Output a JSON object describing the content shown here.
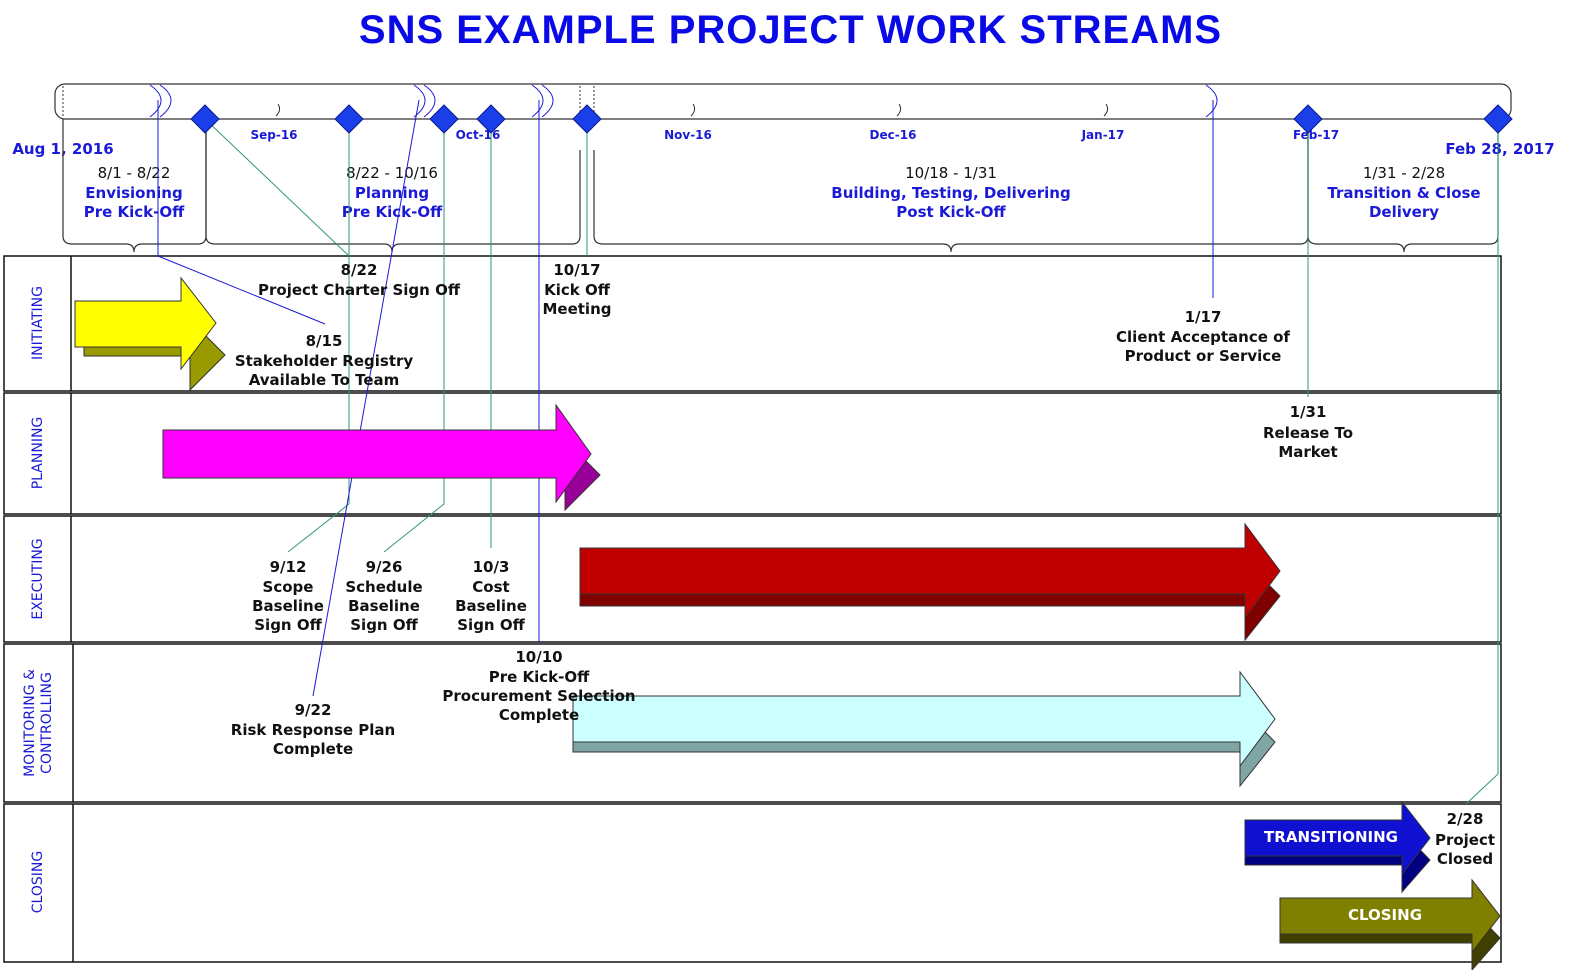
{
  "title": "SNS EXAMPLE PROJECT WORK STREAMS",
  "timeline": {
    "start_label": "Aug 1, 2016",
    "end_label": "Feb 28, 2017",
    "months": [
      "Sep-16",
      "Oct-16",
      "Nov-16",
      "Dec-16",
      "Jan-17",
      "Feb-17"
    ]
  },
  "phases": [
    {
      "dates": "8/1 - 8/22",
      "name_line1": "Envisioning",
      "name_line2": "Pre Kick-Off"
    },
    {
      "dates": "8/22 - 10/16",
      "name_line1": "Planning",
      "name_line2": "Pre Kick-Off"
    },
    {
      "dates": "10/18 - 1/31",
      "name_line1": "Building, Testing, Delivering",
      "name_line2": "Post Kick-Off"
    },
    {
      "dates": "1/31 - 2/28",
      "name_line1": "Transition & Close",
      "name_line2": "Delivery"
    }
  ],
  "lanes": {
    "initiating": "INITIATING",
    "planning": "PLANNING",
    "executing": "EXECUTING",
    "monitoring_line1": "MONITORING &",
    "monitoring_line2": "CONTROLLING",
    "closing": "CLOSING"
  },
  "milestones": {
    "charter": {
      "date": "8/22",
      "line1": "Project Charter Sign Off"
    },
    "kickoff": {
      "date": "10/17",
      "line1": "Kick Off",
      "line2": "Meeting"
    },
    "stakeholder": {
      "date": "8/15",
      "line1": "Stakeholder Registry",
      "line2": "Available To Team"
    },
    "acceptance": {
      "date": "1/17",
      "line1": "Client Acceptance of",
      "line2": "Product or Service"
    },
    "release": {
      "date": "1/31",
      "line1": "Release To",
      "line2": "Market"
    },
    "scope": {
      "date": "9/12",
      "line1": "Scope",
      "line2": "Baseline",
      "line3": "Sign Off"
    },
    "schedule": {
      "date": "9/26",
      "line1": "Schedule",
      "line2": "Baseline",
      "line3": "Sign Off"
    },
    "cost": {
      "date": "10/3",
      "line1": "Cost",
      "line2": "Baseline",
      "line3": "Sign Off"
    },
    "procurement": {
      "date": "10/10",
      "line1": "Pre Kick-Off",
      "line2": "Procurement Selection",
      "line3": "Complete"
    },
    "risk": {
      "date": "9/22",
      "line1": "Risk Response Plan",
      "line2": "Complete"
    },
    "closed": {
      "date": "2/28",
      "line1": "Project",
      "line2": "Closed"
    }
  },
  "bars": {
    "transitioning": "TRANSITIONING",
    "closing": "CLOSING"
  },
  "colors": {
    "title": "#0a0ae6",
    "initiating_arrow": "#ffff00",
    "planning_arrow": "#ff00ff",
    "executing_arrow": "#c00000",
    "monitoring_arrow": "#ccffff",
    "transitioning_arrow": "#1010d0",
    "closing_arrow": "#808000",
    "milestone_diamond": "#1a3ee8"
  }
}
